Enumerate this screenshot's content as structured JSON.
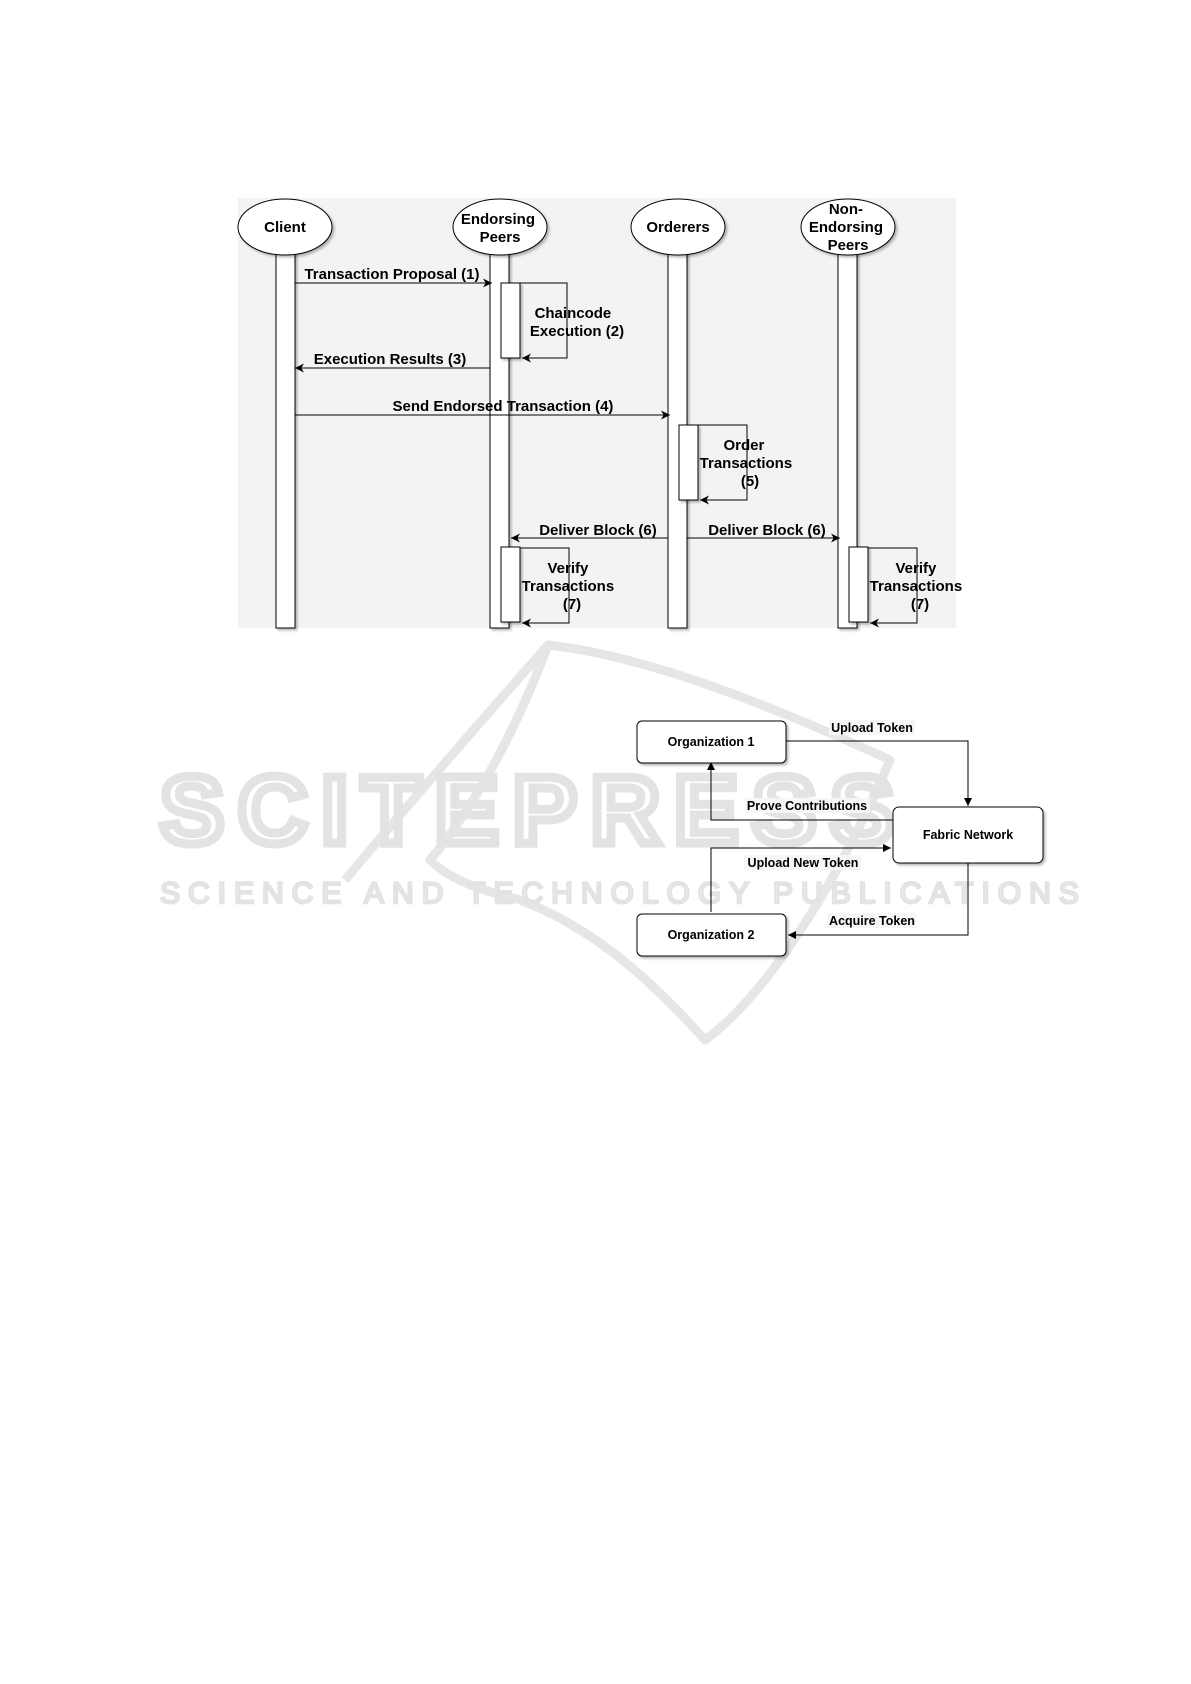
{
  "watermark": {
    "title": "SCITEPRESS",
    "subtitle": "SCIENCE AND TECHNOLOGY PUBLICATIONS"
  },
  "sequence_diagram": {
    "actors": [
      {
        "id": "client",
        "lines": [
          "Client"
        ]
      },
      {
        "id": "endorsing",
        "lines": [
          "Endorsing",
          "Peers"
        ]
      },
      {
        "id": "orderers",
        "lines": [
          "Orderers"
        ]
      },
      {
        "id": "nonendorsing",
        "lines": [
          "Non-",
          "Endorsing",
          "Peers"
        ]
      }
    ],
    "messages": [
      {
        "id": "m1",
        "label": "Transaction Proposal (1)",
        "from": "client",
        "to": "endorsing"
      },
      {
        "id": "m3",
        "label": "Execution Results (3)",
        "from": "endorsing",
        "to": "client"
      },
      {
        "id": "m4",
        "label": "Send Endorsed Transaction (4)",
        "from": "client",
        "to": "orderers"
      },
      {
        "id": "m6a",
        "label": "Deliver Block (6)",
        "from": "orderers",
        "to": "endorsing"
      },
      {
        "id": "m6b",
        "label": "Deliver Block (6)",
        "from": "orderers",
        "to": "nonendorsing"
      }
    ],
    "self_calls": [
      {
        "id": "s2",
        "actor": "endorsing",
        "lines": [
          "Chaincode",
          "Execution (2)"
        ]
      },
      {
        "id": "s5",
        "actor": "orderers",
        "lines": [
          "Order",
          "Transactions",
          "(5)"
        ]
      },
      {
        "id": "s7a",
        "actor": "endorsing",
        "lines": [
          "Verify",
          "Transactions",
          "(7)"
        ]
      },
      {
        "id": "s7b",
        "actor": "nonendorsing",
        "lines": [
          "Verify",
          "Transactions",
          "(7)"
        ]
      }
    ]
  },
  "flow_diagram": {
    "nodes": {
      "org1": "Organization 1",
      "fabric": "Fabric Network",
      "org2": "Organization 2"
    },
    "edges": [
      {
        "id": "upload-token",
        "label": "Upload Token",
        "from": "org1",
        "to": "fabric"
      },
      {
        "id": "prove-contributions",
        "label": "Prove Contributions",
        "from": "fabric",
        "to": "org1"
      },
      {
        "id": "upload-new-token",
        "label": "Upload New Token",
        "from": "org2",
        "to": "fabric"
      },
      {
        "id": "acquire-token",
        "label": "Acquire Token",
        "from": "fabric",
        "to": "org2"
      }
    ]
  }
}
